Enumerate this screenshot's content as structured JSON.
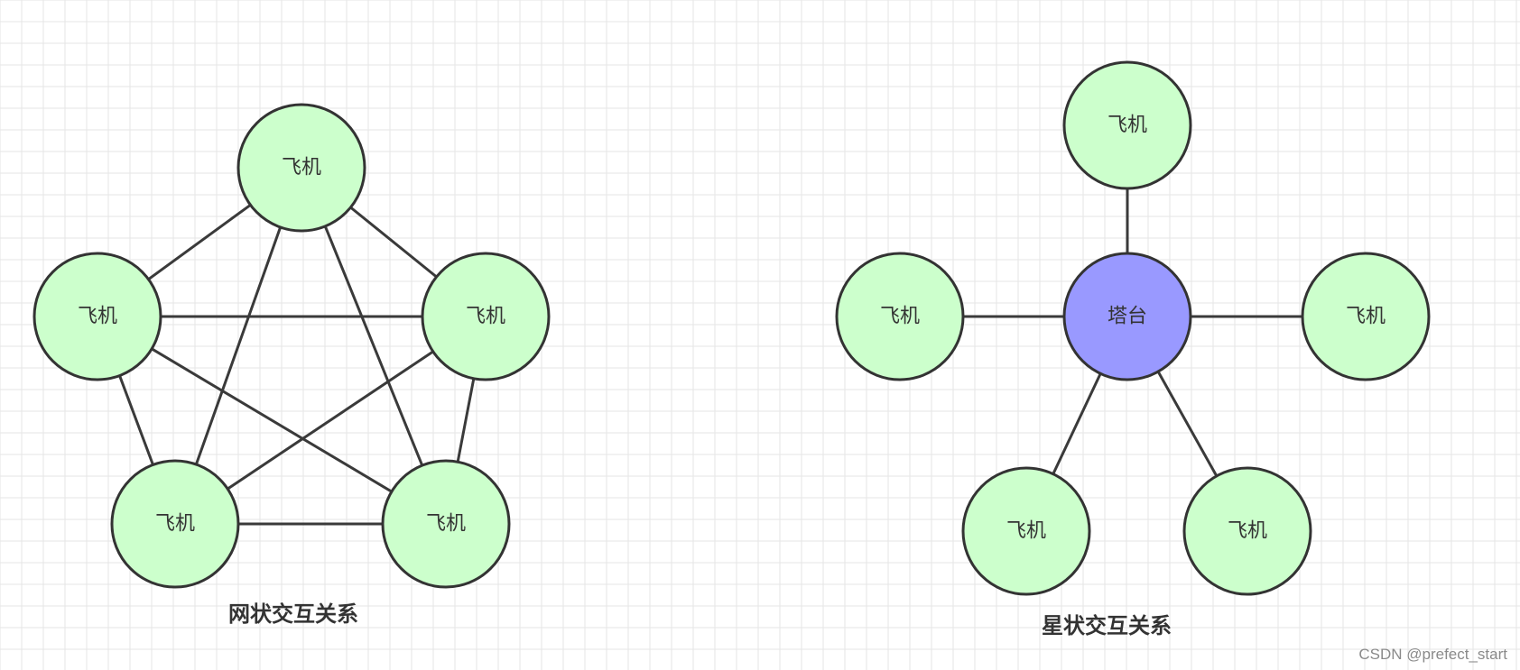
{
  "colors": {
    "background": "#ffffff",
    "grid": "#e6e6e6",
    "edge": "#3a3a3a",
    "node_stroke": "#333333",
    "plane_fill": "#ccffcc",
    "tower_fill": "#9999ff",
    "text": "#333333",
    "watermark": "#8a8a8a"
  },
  "mesh": {
    "caption": "网状交互关系",
    "nodes": [
      {
        "id": "m-top",
        "label": "飞机",
        "kind": "plane"
      },
      {
        "id": "m-left",
        "label": "飞机",
        "kind": "plane"
      },
      {
        "id": "m-right",
        "label": "飞机",
        "kind": "plane"
      },
      {
        "id": "m-bottom-left",
        "label": "飞机",
        "kind": "plane"
      },
      {
        "id": "m-bottom-right",
        "label": "飞机",
        "kind": "plane"
      }
    ],
    "edges": [
      [
        "m-top",
        "m-left"
      ],
      [
        "m-top",
        "m-right"
      ],
      [
        "m-top",
        "m-bottom-left"
      ],
      [
        "m-top",
        "m-bottom-right"
      ],
      [
        "m-left",
        "m-right"
      ],
      [
        "m-left",
        "m-bottom-left"
      ],
      [
        "m-left",
        "m-bottom-right"
      ],
      [
        "m-right",
        "m-bottom-left"
      ],
      [
        "m-right",
        "m-bottom-right"
      ],
      [
        "m-bottom-left",
        "m-bottom-right"
      ]
    ]
  },
  "star": {
    "caption": "星状交互关系",
    "nodes": [
      {
        "id": "s-tower",
        "label": "塔台",
        "kind": "tower"
      },
      {
        "id": "s-top",
        "label": "飞机",
        "kind": "plane"
      },
      {
        "id": "s-left",
        "label": "飞机",
        "kind": "plane"
      },
      {
        "id": "s-right",
        "label": "飞机",
        "kind": "plane"
      },
      {
        "id": "s-bottom-left",
        "label": "飞机",
        "kind": "plane"
      },
      {
        "id": "s-bottom-right",
        "label": "飞机",
        "kind": "plane"
      }
    ],
    "edges": [
      [
        "s-tower",
        "s-top"
      ],
      [
        "s-tower",
        "s-left"
      ],
      [
        "s-tower",
        "s-right"
      ],
      [
        "s-tower",
        "s-bottom-left"
      ],
      [
        "s-tower",
        "s-bottom-right"
      ]
    ]
  },
  "watermark": "CSDN @prefect_start"
}
